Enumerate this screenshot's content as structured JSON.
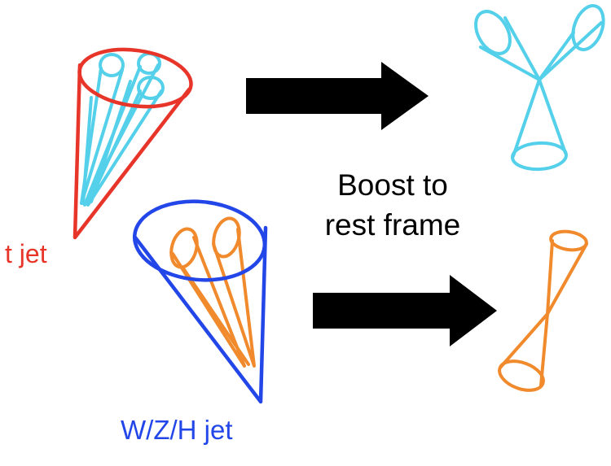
{
  "labels": {
    "t_jet": "t jet",
    "wzh_jet": "W/Z/H jet",
    "boost_line1": "Boost to",
    "boost_line2": "rest frame"
  },
  "colors": {
    "t_jet": "#e8352a",
    "wzh_jet": "#2346e8",
    "top_subjets": "#55d0ea",
    "boson_subjets": "#f08a2c",
    "arrow": "#000000"
  },
  "icons": {
    "arrows": "right-arrow-icon"
  }
}
